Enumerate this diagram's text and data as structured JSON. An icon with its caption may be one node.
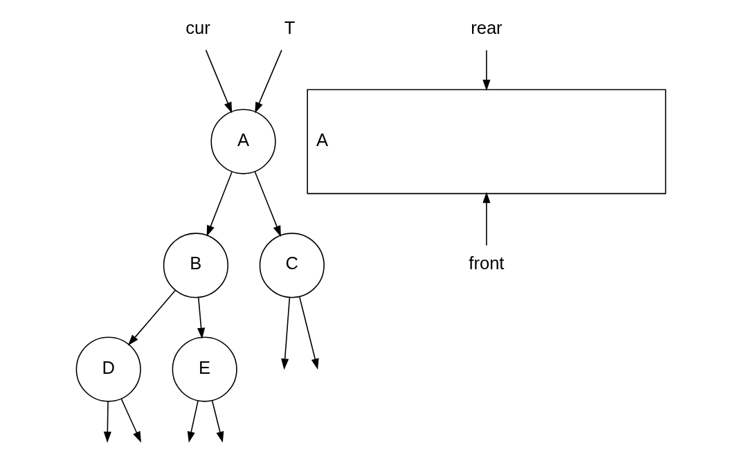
{
  "diagram": {
    "nodes": [
      {
        "text": [
          "cur"
        ]
      },
      {
        "text": [
          "T"
        ]
      },
      {
        "text": [
          "A"
        ]
      },
      {
        "text": [
          "B"
        ]
      },
      {
        "text": [
          "C"
        ]
      },
      {
        "text": [
          "D"
        ]
      },
      {
        "text": [
          "E"
        ]
      },
      {
        "text": [
          "rear"
        ]
      },
      {
        "text": [
          "A"
        ]
      },
      {
        "text": [
          "front"
        ]
      }
    ],
    "edges": [
      {
        "from": 0,
        "to": 2,
        "arrow": "to"
      },
      {
        "from": 1,
        "to": 2,
        "arrow": "to"
      },
      {
        "from": 2,
        "to": 3,
        "arrow": "to"
      },
      {
        "from": 2,
        "to": 4,
        "arrow": "to"
      },
      {
        "from": 3,
        "to": 5,
        "arrow": "to"
      },
      {
        "from": 3,
        "to": 6,
        "arrow": "to"
      },
      {
        "from": 4,
        "to": null,
        "arrow": "to"
      },
      {
        "from": 4,
        "to": null,
        "arrow": "to"
      },
      {
        "from": 5,
        "to": null,
        "arrow": "to"
      },
      {
        "from": 5,
        "to": null,
        "arrow": "to"
      },
      {
        "from": 6,
        "to": null,
        "arrow": "to"
      },
      {
        "from": 6,
        "to": null,
        "arrow": "to"
      },
      {
        "from": 7,
        "to": 8,
        "arrow": "to"
      },
      {
        "from": 9,
        "to": 8,
        "arrow": "to"
      }
    ]
  }
}
